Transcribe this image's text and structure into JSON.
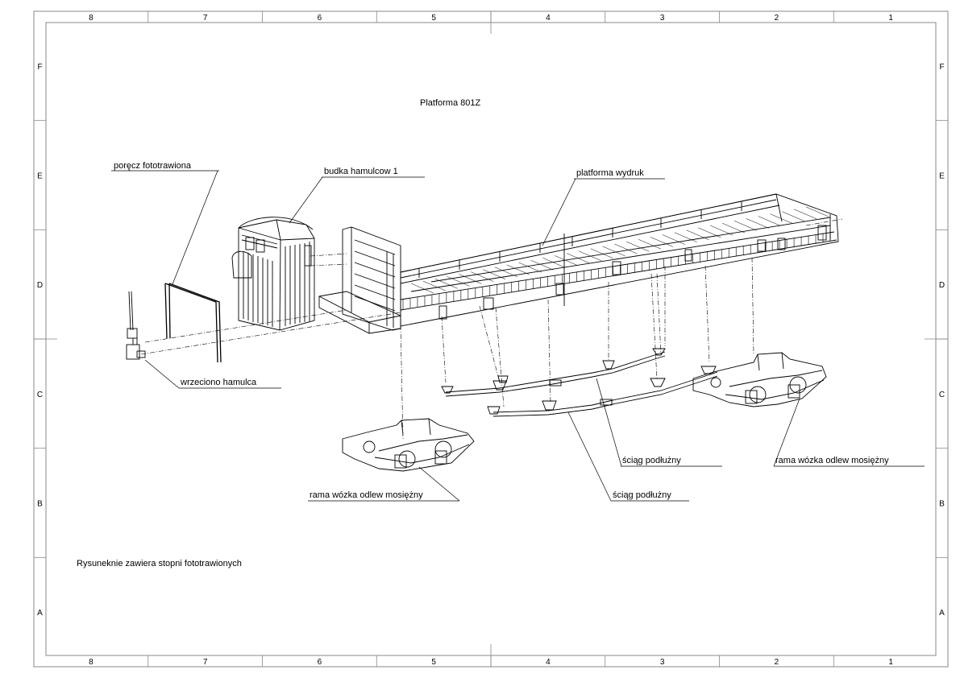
{
  "drawing": {
    "title": "Platforma 801Z",
    "note": "Rysuneknie zawiera stopni fototrawionych",
    "columns": [
      "8",
      "7",
      "6",
      "5",
      "4",
      "3",
      "2",
      "1"
    ],
    "rows": [
      "F",
      "E",
      "D",
      "C",
      "B",
      "A"
    ],
    "labels": {
      "handrail": "poręcz fototrawiona",
      "brake_cab": "budka hamulcow 1",
      "platform": "platforma wydruk",
      "brake_spindle": "wrzeciono hamulca",
      "tie_rod_upper": "ściąg podłużny",
      "tie_rod_lower": "ściąg podłużny",
      "bogie_left": "rama wózka odlew mosiężny",
      "bogie_right": "rama wózka odlew mosiężny"
    }
  },
  "colors": {
    "line": "#000000",
    "frame": "#888888",
    "background": "#ffffff"
  }
}
